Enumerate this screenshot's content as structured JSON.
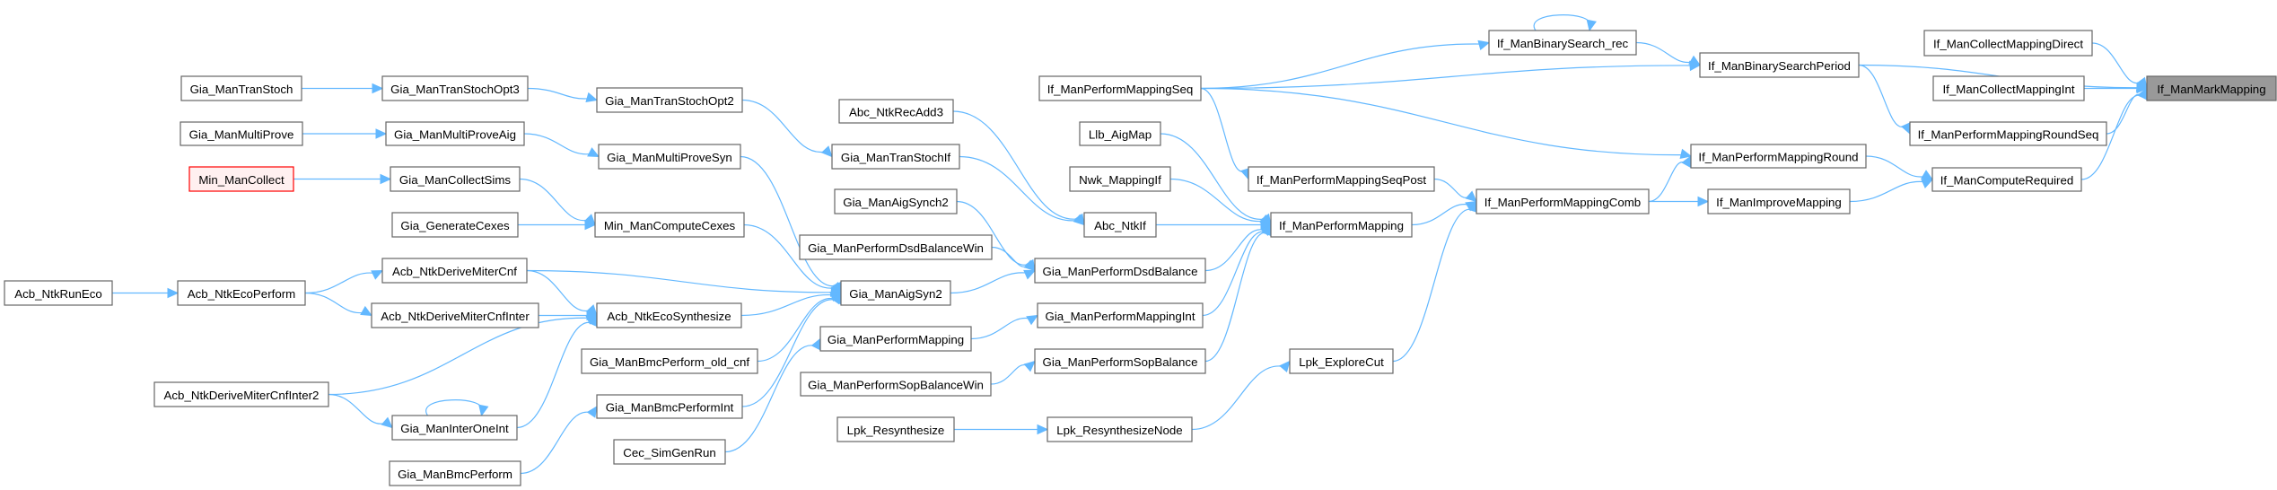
{
  "graph": {
    "root": "If_ManMarkMapping",
    "colors": {
      "edge": "#63b8ff",
      "node_border": "#666666",
      "node_fill": "#ffffff",
      "root_fill": "#999999",
      "missing_fill": "#fff0f0",
      "missing_border": "#ff0000"
    },
    "nodes": [
      {
        "id": "If_ManMarkMapping",
        "label": "If_ManMarkMapping",
        "kind": "root"
      },
      {
        "id": "If_ManCollectMappingDirect",
        "label": "If_ManCollectMappingDirect"
      },
      {
        "id": "If_ManCollectMappingInt",
        "label": "If_ManCollectMappingInt"
      },
      {
        "id": "If_ManPerformMappingRoundSeq",
        "label": "If_ManPerformMappingRoundSeq"
      },
      {
        "id": "If_ManComputeRequired",
        "label": "If_ManComputeRequired"
      },
      {
        "id": "If_ManBinarySearchPeriod",
        "label": "If_ManBinarySearchPeriod"
      },
      {
        "id": "If_ManPerformMappingRound",
        "label": "If_ManPerformMappingRound"
      },
      {
        "id": "If_ManImproveMapping",
        "label": "If_ManImproveMapping"
      },
      {
        "id": "If_ManBinarySearch_rec",
        "label": "If_ManBinarySearch_rec"
      },
      {
        "id": "If_ManPerformMappingSeq",
        "label": "If_ManPerformMappingSeq"
      },
      {
        "id": "If_ManPerformMappingSeqPost",
        "label": "If_ManPerformMappingSeqPost"
      },
      {
        "id": "If_ManPerformMappingComb",
        "label": "If_ManPerformMappingComb"
      },
      {
        "id": "If_ManPerformMapping",
        "label": "If_ManPerformMapping"
      },
      {
        "id": "Lpk_ExploreCut",
        "label": "Lpk_ExploreCut"
      },
      {
        "id": "Abc_NtkRecAdd3",
        "label": "Abc_NtkRecAdd3"
      },
      {
        "id": "Llb_AigMap",
        "label": "Llb_AigMap"
      },
      {
        "id": "Gia_ManTranStochIf",
        "label": "Gia_ManTranStochIf"
      },
      {
        "id": "Nwk_MappingIf",
        "label": "Nwk_MappingIf"
      },
      {
        "id": "Gia_ManAigSynch2",
        "label": "Gia_ManAigSynch2"
      },
      {
        "id": "Abc_NtkIf",
        "label": "Abc_NtkIf"
      },
      {
        "id": "Gia_ManPerformDsdBalanceWin",
        "label": "Gia_ManPerformDsdBalanceWin"
      },
      {
        "id": "Gia_ManPerformDsdBalance",
        "label": "Gia_ManPerformDsdBalance"
      },
      {
        "id": "Gia_ManAigSyn2",
        "label": "Gia_ManAigSyn2"
      },
      {
        "id": "Gia_ManPerformMappingInt",
        "label": "Gia_ManPerformMappingInt"
      },
      {
        "id": "Gia_ManPerformMapping",
        "label": "Gia_ManPerformMapping"
      },
      {
        "id": "Gia_ManPerformSopBalance",
        "label": "Gia_ManPerformSopBalance"
      },
      {
        "id": "Gia_ManPerformSopBalanceWin",
        "label": "Gia_ManPerformSopBalanceWin"
      },
      {
        "id": "Lpk_Resynthesize",
        "label": "Lpk_Resynthesize"
      },
      {
        "id": "Lpk_ResynthesizeNode",
        "label": "Lpk_ResynthesizeNode"
      },
      {
        "id": "Gia_ManTranStochOpt3",
        "label": "Gia_ManTranStochOpt3"
      },
      {
        "id": "Gia_ManTranStochOpt2",
        "label": "Gia_ManTranStochOpt2"
      },
      {
        "id": "Gia_ManMultiProveAig",
        "label": "Gia_ManMultiProveAig"
      },
      {
        "id": "Gia_ManMultiProveSyn",
        "label": "Gia_ManMultiProveSyn"
      },
      {
        "id": "Gia_ManCollectSims",
        "label": "Gia_ManCollectSims"
      },
      {
        "id": "Gia_GenerateCexes",
        "label": "Gia_GenerateCexes"
      },
      {
        "id": "Min_ManComputeCexes",
        "label": "Min_ManComputeCexes"
      },
      {
        "id": "Acb_NtkDeriveMiterCnf",
        "label": "Acb_NtkDeriveMiterCnf"
      },
      {
        "id": "Acb_NtkDeriveMiterCnfInter",
        "label": "Acb_NtkDeriveMiterCnfInter"
      },
      {
        "id": "Acb_NtkEcoSynthesize",
        "label": "Acb_NtkEcoSynthesize"
      },
      {
        "id": "Gia_ManBmcPerform_old_cnf",
        "label": "Gia_ManBmcPerform_old_cnf"
      },
      {
        "id": "Gia_ManBmcPerformInt",
        "label": "Gia_ManBmcPerformInt"
      },
      {
        "id": "Gia_ManInterOneInt",
        "label": "Gia_ManInterOneInt"
      },
      {
        "id": "Cec_SimGenRun",
        "label": "Cec_SimGenRun"
      },
      {
        "id": "Gia_ManBmcPerform",
        "label": "Gia_ManBmcPerform"
      },
      {
        "id": "Gia_ManTranStoch",
        "label": "Gia_ManTranStoch"
      },
      {
        "id": "Gia_ManMultiProve",
        "label": "Gia_ManMultiProve"
      },
      {
        "id": "Min_ManCollect",
        "label": "Min_ManCollect",
        "kind": "missing"
      },
      {
        "id": "Acb_NtkRunEco",
        "label": "Acb_NtkRunEco"
      },
      {
        "id": "Acb_NtkEcoPerform",
        "label": "Acb_NtkEcoPerform"
      },
      {
        "id": "Acb_NtkDeriveMiterCnfInter2",
        "label": "Acb_NtkDeriveMiterCnfInter2"
      }
    ],
    "edges": [
      [
        "If_ManBinarySearchPeriod",
        "If_ManMarkMapping"
      ],
      [
        "If_ManCollectMappingDirect",
        "If_ManMarkMapping"
      ],
      [
        "If_ManCollectMappingInt",
        "If_ManMarkMapping"
      ],
      [
        "If_ManPerformMappingRoundSeq",
        "If_ManMarkMapping"
      ],
      [
        "If_ManComputeRequired",
        "If_ManMarkMapping"
      ],
      [
        "If_ManBinarySearchPeriod",
        "If_ManPerformMappingRoundSeq"
      ],
      [
        "If_ManPerformMappingRound",
        "If_ManComputeRequired"
      ],
      [
        "If_ManImproveMapping",
        "If_ManComputeRequired"
      ],
      [
        "If_ManBinarySearch_rec",
        "If_ManBinarySearchPeriod"
      ],
      [
        "If_ManBinarySearch_rec",
        "If_ManBinarySearch_rec"
      ],
      [
        "If_ManPerformMappingSeq",
        "If_ManBinarySearch_rec"
      ],
      [
        "If_ManPerformMappingSeq",
        "If_ManBinarySearchPeriod"
      ],
      [
        "If_ManPerformMappingSeq",
        "If_ManPerformMappingRound"
      ],
      [
        "If_ManPerformMappingSeq",
        "If_ManPerformMappingSeqPost"
      ],
      [
        "If_ManPerformMappingSeqPost",
        "If_ManPerformMappingComb"
      ],
      [
        "If_ManPerformMapping",
        "If_ManPerformMappingComb"
      ],
      [
        "Lpk_ExploreCut",
        "If_ManPerformMappingComb"
      ],
      [
        "If_ManPerformMappingComb",
        "If_ManPerformMappingRound"
      ],
      [
        "If_ManPerformMappingComb",
        "If_ManImproveMapping"
      ],
      [
        "Llb_AigMap",
        "If_ManPerformMapping"
      ],
      [
        "Nwk_MappingIf",
        "If_ManPerformMapping"
      ],
      [
        "Abc_NtkIf",
        "If_ManPerformMapping"
      ],
      [
        "Gia_ManPerformDsdBalance",
        "If_ManPerformMapping"
      ],
      [
        "Gia_ManPerformMappingInt",
        "If_ManPerformMapping"
      ],
      [
        "Gia_ManPerformSopBalance",
        "If_ManPerformMapping"
      ],
      [
        "Abc_NtkRecAdd3",
        "Abc_NtkIf"
      ],
      [
        "Gia_ManTranStochIf",
        "Abc_NtkIf"
      ],
      [
        "Gia_ManAigSynch2",
        "Gia_ManPerformDsdBalance"
      ],
      [
        "Gia_ManPerformDsdBalanceWin",
        "Gia_ManPerformDsdBalance"
      ],
      [
        "Gia_ManAigSyn2",
        "Gia_ManPerformDsdBalance"
      ],
      [
        "Gia_ManPerformMapping",
        "Gia_ManPerformMappingInt"
      ],
      [
        "Gia_ManPerformSopBalanceWin",
        "Gia_ManPerformSopBalance"
      ],
      [
        "Lpk_Resynthesize",
        "Lpk_ResynthesizeNode"
      ],
      [
        "Lpk_ResynthesizeNode",
        "Lpk_ExploreCut"
      ],
      [
        "Gia_ManTranStochOpt2",
        "Gia_ManTranStochIf"
      ],
      [
        "Gia_ManTranStochOpt3",
        "Gia_ManTranStochOpt2"
      ],
      [
        "Gia_ManTranStoch",
        "Gia_ManTranStochOpt3"
      ],
      [
        "Gia_ManMultiProve",
        "Gia_ManMultiProveAig"
      ],
      [
        "Gia_ManMultiProveAig",
        "Gia_ManMultiProveSyn"
      ],
      [
        "Gia_ManMultiProveSyn",
        "Gia_ManAigSyn2"
      ],
      [
        "Min_ManCollect",
        "Gia_ManCollectSims"
      ],
      [
        "Gia_ManCollectSims",
        "Min_ManComputeCexes"
      ],
      [
        "Gia_GenerateCexes",
        "Min_ManComputeCexes"
      ],
      [
        "Min_ManComputeCexes",
        "Gia_ManAigSyn2"
      ],
      [
        "Acb_NtkDeriveMiterCnf",
        "Gia_ManAigSyn2"
      ],
      [
        "Acb_NtkDeriveMiterCnf",
        "Acb_NtkEcoSynthesize"
      ],
      [
        "Acb_NtkDeriveMiterCnfInter",
        "Acb_NtkEcoSynthesize"
      ],
      [
        "Acb_NtkDeriveMiterCnfInter2",
        "Acb_NtkEcoSynthesize"
      ],
      [
        "Acb_NtkDeriveMiterCnfInter2",
        "Gia_ManInterOneInt"
      ],
      [
        "Gia_ManInterOneInt",
        "Gia_ManInterOneInt"
      ],
      [
        "Gia_ManInterOneInt",
        "Acb_NtkEcoSynthesize"
      ],
      [
        "Acb_NtkEcoSynthesize",
        "Gia_ManAigSyn2"
      ],
      [
        "Gia_ManBmcPerform_old_cnf",
        "Gia_ManAigSyn2"
      ],
      [
        "Gia_ManBmcPerformInt",
        "Gia_ManAigSyn2"
      ],
      [
        "Gia_ManBmcPerform",
        "Gia_ManBmcPerformInt"
      ],
      [
        "Cec_SimGenRun",
        "Gia_ManPerformMapping"
      ],
      [
        "Acb_NtkRunEco",
        "Acb_NtkEcoPerform"
      ],
      [
        "Acb_NtkEcoPerform",
        "Acb_NtkDeriveMiterCnf"
      ],
      [
        "Acb_NtkEcoPerform",
        "Acb_NtkDeriveMiterCnfInter"
      ]
    ]
  }
}
